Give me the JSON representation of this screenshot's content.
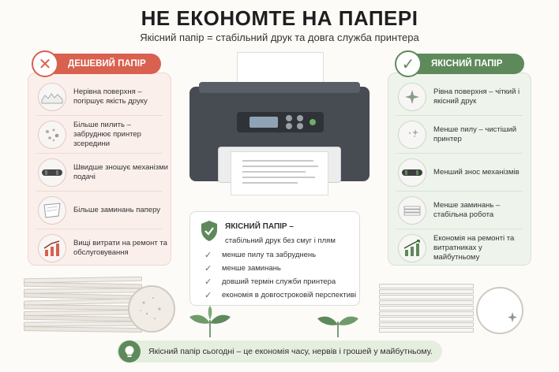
{
  "header": {
    "title": "НЕ ЕКОНОМТЕ НА ПАПЕРІ",
    "subtitle": "Якісний папір = стабільний друк та довга служба принтера"
  },
  "cheap": {
    "label": "ДЕШЕВИЙ ПАПІР",
    "badge_icon": "✕",
    "items": [
      {
        "text": "Нерівна поверхня – погіршує якість друку",
        "icon": "rough-paper-icon"
      },
      {
        "text": "Більше пилить – забруднює принтер зсередини",
        "icon": "dust-icon"
      },
      {
        "text": "Швидше зношує механізми подачі",
        "icon": "roller-icon"
      },
      {
        "text": "Більше заминань паперу",
        "icon": "jammed-paper-icon"
      },
      {
        "text": "Вищі витрати на ремонт та обслуговування",
        "icon": "cost-up-chart-icon"
      }
    ]
  },
  "quality": {
    "label": "ЯКІСНИЙ ПАПІР",
    "badge_icon": "✓",
    "items": [
      {
        "text": "Рівна поверхня – чіткий і якісний друк",
        "icon": "sparkle-icon"
      },
      {
        "text": "Менше пилу – чистіший принтер",
        "icon": "clean-dust-icon"
      },
      {
        "text": "Менший знос механізмів",
        "icon": "roller-icon"
      },
      {
        "text": "Менше заминань – стабільна робота",
        "icon": "paper-stack-icon"
      },
      {
        "text": "Економія на ремонті та витратниках у майбутньому",
        "icon": "savings-chart-icon"
      }
    ]
  },
  "center": {
    "title": "ЯКІСНИЙ ПАПІР –",
    "subtitle": "стабільний друк без смуг і плям",
    "checks": [
      "менше пилу та забруднень",
      "менше заминань",
      "довший термін служби принтера",
      "економія в довгостроковій перспективі"
    ]
  },
  "footer": {
    "text": "Якісний папір сьогодні – це економія часу, нервів і грошей у майбутньому."
  },
  "colors": {
    "bad": "#d9614f",
    "good": "#5e8a5b"
  }
}
